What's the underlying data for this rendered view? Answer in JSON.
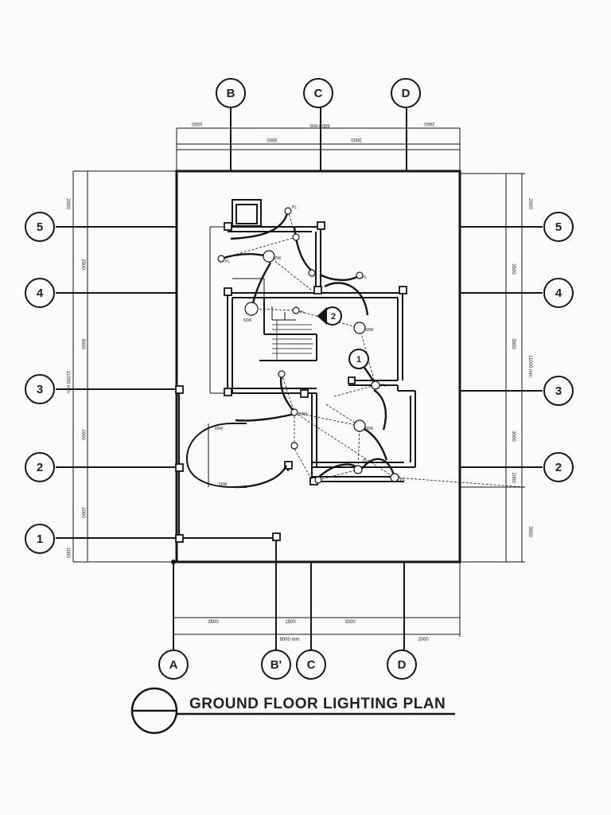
{
  "title": "GROUND FLOOR LIGHTING PLAN",
  "grid_top": [
    "B",
    "C",
    "D"
  ],
  "grid_bottom": [
    "A",
    "B'",
    "C",
    "D"
  ],
  "grid_left": [
    "5",
    "4",
    "3",
    "2",
    "1"
  ],
  "grid_right": [
    "5",
    "4",
    "3",
    "2"
  ],
  "room_marks": [
    "2",
    "1"
  ],
  "dims_top": [
    "1000",
    "6000 mm",
    "2400",
    "3000",
    "3000"
  ],
  "dims_bottom": [
    "3500",
    "1500",
    "3000",
    "8000 mm",
    "2000"
  ],
  "dims_left": [
    "2000",
    "2500",
    "3000",
    "11000 mm",
    "2000",
    "2000",
    "1000"
  ],
  "dims_right": [
    "2000",
    "3500",
    "3500",
    "11000 mm",
    "3000",
    "1000",
    "3000"
  ],
  "fixture_labels": [
    "PL",
    "PL",
    "PL",
    "PL",
    "PL",
    "PL",
    "PL",
    "60W",
    "60W",
    "60W",
    "60W",
    "60W",
    "60W",
    "60W"
  ],
  "colors": {
    "ink": "#161616",
    "paper": "#fbfbf9"
  }
}
